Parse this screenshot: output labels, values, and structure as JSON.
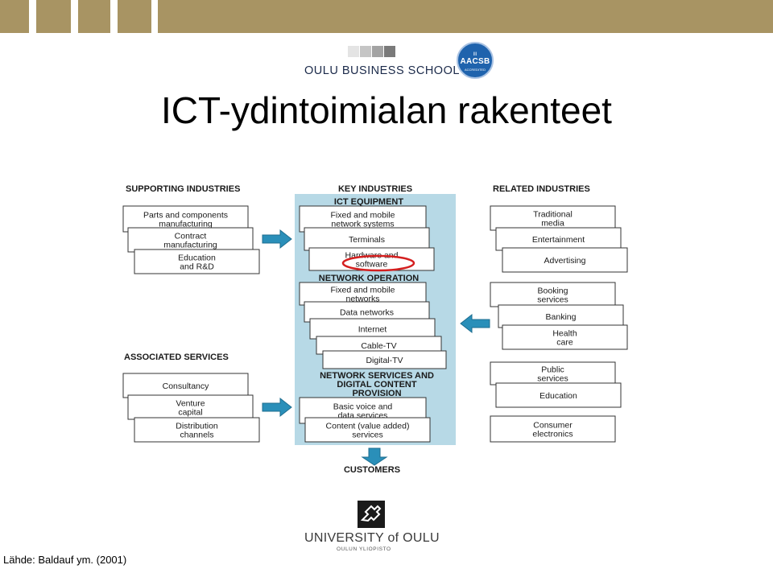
{
  "header": {
    "school_name": "OULU BUSINESS SCHOOL",
    "accreditation_logo": {
      "line1": "III",
      "line2": "AACSB",
      "line3": "ACCREDITED"
    }
  },
  "title": "ICT-ydintoimialan rakenteet",
  "diagram": {
    "supporting": {
      "heading": "SUPPORTING INDUSTRIES",
      "items": [
        [
          "Parts and components",
          "manufacturing"
        ],
        [
          "Contract",
          "manufacturing"
        ],
        [
          "Education",
          "and R&D"
        ]
      ]
    },
    "associated": {
      "heading": "ASSOCIATED SERVICES",
      "items": [
        [
          "Consultancy"
        ],
        [
          "Venture",
          "capital"
        ],
        [
          "Distribution",
          "channels"
        ]
      ]
    },
    "key": {
      "heading": "KEY INDUSTRIES",
      "panel_color": "#b7d9e6",
      "groups": [
        {
          "heading": [
            "ICT EQUIPMENT"
          ],
          "items": [
            [
              "Fixed and mobile",
              "network systems"
            ],
            [
              "Terminals"
            ],
            [
              "Hardware and",
              "software"
            ]
          ]
        },
        {
          "heading": [
            "NETWORK OPERATION"
          ],
          "items": [
            [
              "Fixed and mobile",
              "networks"
            ],
            [
              "Data networks"
            ],
            [
              "Internet"
            ],
            [
              "Cable-TV"
            ],
            [
              "Digital-TV"
            ]
          ]
        },
        {
          "heading": [
            "NETWORK SERVICES AND",
            "DIGITAL CONTENT",
            "PROVISION"
          ],
          "items": [
            [
              "Basic voice and",
              "data services"
            ],
            [
              "Content (value added)",
              "services"
            ]
          ]
        }
      ],
      "highlight": {
        "item": "software",
        "color": "#d41f1f"
      }
    },
    "related": {
      "heading": "RELATED INDUSTRIES",
      "groups": [
        [
          [
            "Traditional",
            "media"
          ],
          [
            "Entertainment"
          ],
          [
            "Advertising"
          ]
        ],
        [
          [
            "Booking",
            "services"
          ],
          [
            "Banking"
          ],
          [
            "Health",
            "care"
          ]
        ],
        [
          [
            "Public",
            "services"
          ],
          [
            "Education"
          ]
        ],
        [
          [
            "Consumer",
            "electronics"
          ]
        ]
      ]
    },
    "customers": "CUSTOMERS",
    "arrow_color": "#2a8fb9"
  },
  "source": "Lähde: Baldauf ym. (2001)",
  "footer": {
    "university": "UNIVERSITY of OULU",
    "university_sub": "OULUN YLIOPISTO"
  }
}
